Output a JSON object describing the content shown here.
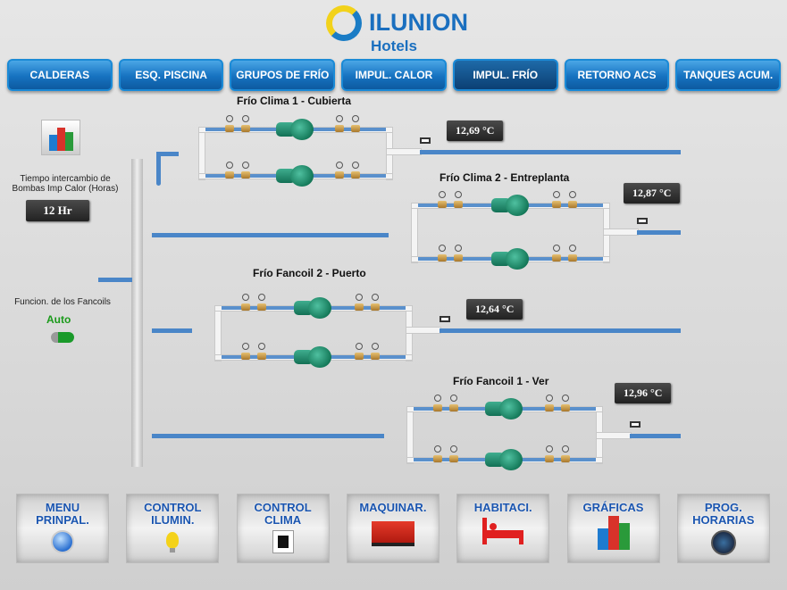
{
  "logo": {
    "brand": "ILUNION",
    "sub": "Hotels"
  },
  "tabs": [
    {
      "label": "CALDERAS"
    },
    {
      "label": "ESQ. PISCINA"
    },
    {
      "label": "GRUPOS DE FRÍO"
    },
    {
      "label": "IMPUL. CALOR"
    },
    {
      "label": "IMPUL. FRÍO",
      "active": true
    },
    {
      "label": "RETORNO ACS"
    },
    {
      "label": "TANQUES ACUM."
    }
  ],
  "side": {
    "timer_label": "Tiempo intercambio de Bombas Imp Calor (Horas)",
    "timer_value": "12 Hr",
    "fancoil_label": "Funcion. de los Fancoils",
    "fancoil_mode": "Auto"
  },
  "groups": [
    {
      "title": "Frío Clima 1 - Cubierta",
      "temp": "12,69 °C"
    },
    {
      "title": "Frío Clima 2 - Entreplanta",
      "temp": "12,87 °C"
    },
    {
      "title": "Frío Fancoil 2 - Puerto",
      "temp": "12,64 °C"
    },
    {
      "title": "Frío Fancoil 1 - Ver",
      "temp": "12,96 °C"
    }
  ],
  "bottom": [
    {
      "label": "MENU PRINPAL.",
      "icon": "menu-orb-icon"
    },
    {
      "label": "CONTROL ILUMIN.",
      "icon": "light-bulb-icon"
    },
    {
      "label": "CONTROL CLIMA",
      "icon": "thermostat-icon"
    },
    {
      "label": "MAQUINAR.",
      "icon": "generator-icon"
    },
    {
      "label": "HABITACI.",
      "icon": "bed-icon"
    },
    {
      "label": "GRÁFICAS",
      "icon": "bar-chart-icon"
    },
    {
      "label": "PROG. HORARIAS",
      "icon": "clock-icon"
    }
  ],
  "colors": {
    "tab": "#1672c0",
    "pipe": "#4a86c8",
    "pump": "#157a5a",
    "auto": "#1a9a1a"
  }
}
